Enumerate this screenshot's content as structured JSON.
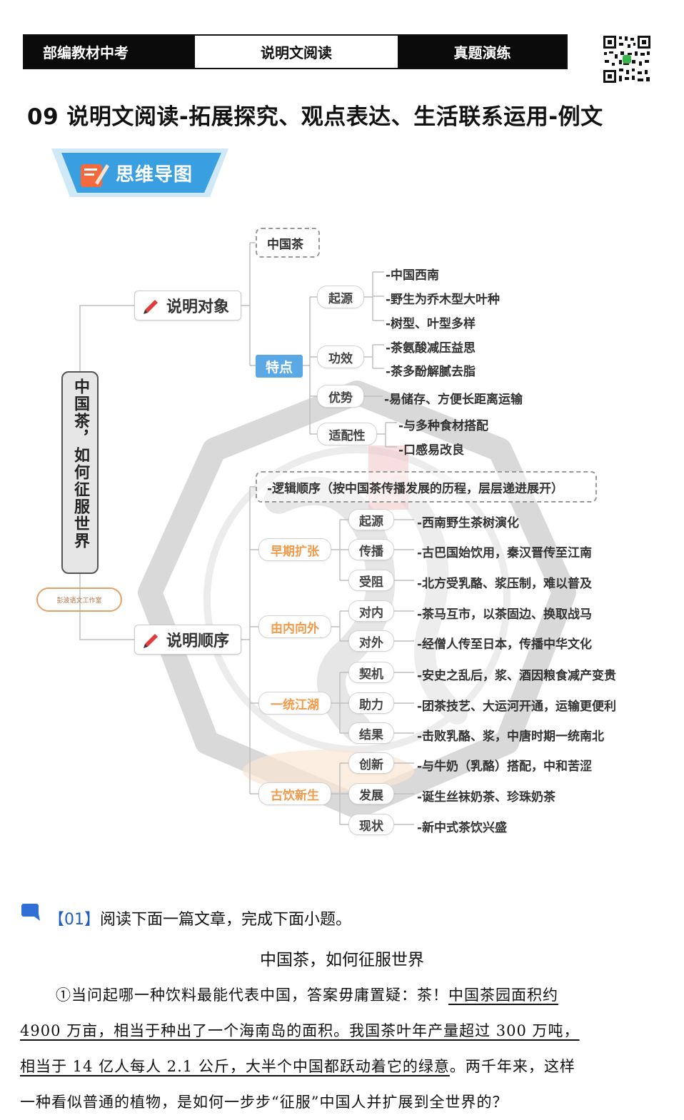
{
  "header": {
    "left": "部编教材中考",
    "middle": "说明文阅读",
    "right": "真题演练"
  },
  "page_title": "09 说明文阅读-拓展探究、观点表达、生活联系运用-例文",
  "badge_label": "思维导图",
  "mindmap": {
    "root": "中国茶，如何征服世界",
    "studio": "彭波语文工作室",
    "branch1": {
      "label": "说明对象",
      "object": "中国茶",
      "feature_label": "特点",
      "features": [
        {
          "label": "起源",
          "items": [
            "-中国西南",
            "-野生为乔木型大叶种",
            "-树型、叶型多样"
          ]
        },
        {
          "label": "功效",
          "items": [
            "-茶氨酸减压益思",
            "-茶多酚解腻去脂"
          ]
        },
        {
          "label": "优势",
          "items": [
            "-易储存、方便长距离运输"
          ]
        },
        {
          "label": "适配性",
          "items": [
            "-与多种食材搭配",
            "-口感易改良"
          ]
        }
      ]
    },
    "branch2": {
      "label": "说明顺序",
      "order": "-逻辑顺序（按中国茶传播发展的历程，层层递进展开）",
      "stages": [
        {
          "label": "早期扩张",
          "subs": [
            {
              "label": "起源",
              "text": "-西南野生茶树演化"
            },
            {
              "label": "传播",
              "text": "-古巴国始饮用，秦汉晋传至江南"
            },
            {
              "label": "受阻",
              "text": "-北方受乳酪、浆压制，难以普及"
            }
          ]
        },
        {
          "label": "由内向外",
          "subs": [
            {
              "label": "对内",
              "text": "-茶马互市，以茶固边、换取战马"
            },
            {
              "label": "对外",
              "text": "-经僧人传至日本，传播中华文化"
            }
          ]
        },
        {
          "label": "一统江湖",
          "subs": [
            {
              "label": "契机",
              "text": "-安史之乱后，浆、酒因粮食减产变贵"
            },
            {
              "label": "助力",
              "text": "-团茶技艺、大运河开通，运输更便利"
            },
            {
              "label": "结果",
              "text": "-击败乳酪、浆，中唐时期一统南北"
            }
          ]
        },
        {
          "label": "古饮新生",
          "subs": [
            {
              "label": "创新",
              "text": "-与牛奶（乳酪）搭配，中和苦涩"
            },
            {
              "label": "发展",
              "text": "-诞生丝袜奶茶、珍珠奶茶"
            },
            {
              "label": "现状",
              "text": "-新中式茶饮兴盛"
            }
          ]
        }
      ]
    }
  },
  "question": {
    "bracket_open": "【",
    "number": "01",
    "bracket_close": "】",
    "instruction": "阅读下面一篇文章，完成下面小题。"
  },
  "article": {
    "title": "中国茶，如何征服世界",
    "p1_lead": "①当问起哪一种饮料最能代表中国，答案毋庸置疑：茶！",
    "p1_u1": "中国茶园面积约",
    "p1_u2": "4900 万亩，相当于种出了一个海南岛的面积。我国茶叶年产量超过 300 万吨，",
    "p1_u3": "相当于 14 亿人每人 2.1 公斤，大半个中国都跃动着它的绿意",
    "p1_tail": "。两千年来，这样",
    "p1_line4": "一种看似普通的植物，是如何一步步“征服”中国人并扩展到全世界的？"
  }
}
